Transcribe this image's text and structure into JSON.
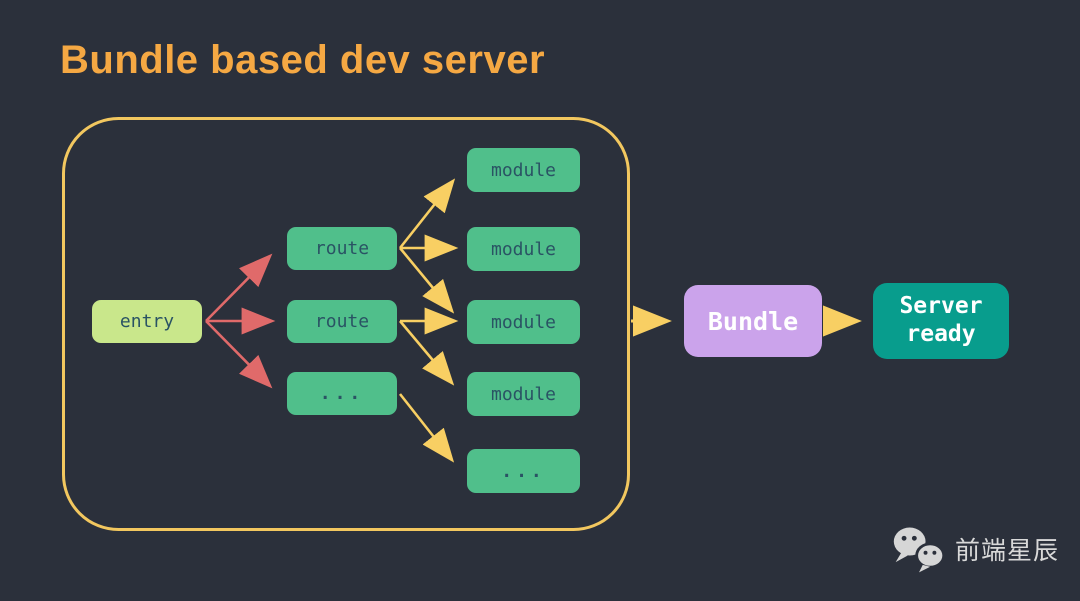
{
  "slide": {
    "title": "Bundle based dev server"
  },
  "diagram": {
    "nodes": {
      "entry": "entry",
      "route_1": "route",
      "route_2": "route",
      "route_more": "...",
      "module_1": "module",
      "module_2": "module",
      "module_3": "module",
      "module_4": "module",
      "module_more": "...",
      "bundle": "Bundle",
      "server_ready": "Server ready"
    },
    "colors": {
      "background": "#2b303b",
      "title_orange": "#f5a843",
      "container_border_gold": "#f2c75f",
      "node_green": "#50bf8b",
      "entry_light_green": "#c9e78b",
      "node_text_dark": "#2a5364",
      "arrow_red": "#e06a6a",
      "arrow_yellow": "#f8cf63",
      "bundle_purple": "#cba3eb",
      "server_teal": "#089d8d"
    }
  },
  "footer": {
    "brand_name": "前端星辰",
    "logo": "wechat-icon"
  }
}
